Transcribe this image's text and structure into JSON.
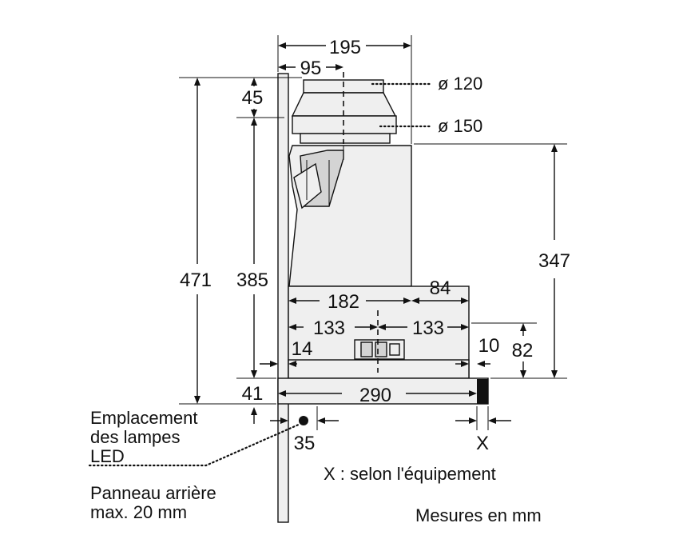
{
  "dimensions": {
    "total_width": "195",
    "axis_offset": "95",
    "total_height": "471",
    "collar_height": "45",
    "height_to_base": "385",
    "upper_body_height": "347",
    "lower_width": "182",
    "front_width": "84",
    "half_left": "133",
    "half_right": "133",
    "side_left": "14",
    "side_right": "10",
    "front_height": "82",
    "base_height": "41",
    "depth": "290",
    "led_offset": "35",
    "variable": "X"
  },
  "duct": {
    "small_diameter": "ø 120",
    "large_diameter": "ø 150"
  },
  "labels": {
    "led_line1": "Emplacement",
    "led_line2": "des lampes",
    "led_line3": "LED",
    "panel_line1": "Panneau arrière",
    "panel_line2": "max. 20 mm",
    "x_note": "X : selon l'équipement",
    "units": "Mesures en mm"
  }
}
